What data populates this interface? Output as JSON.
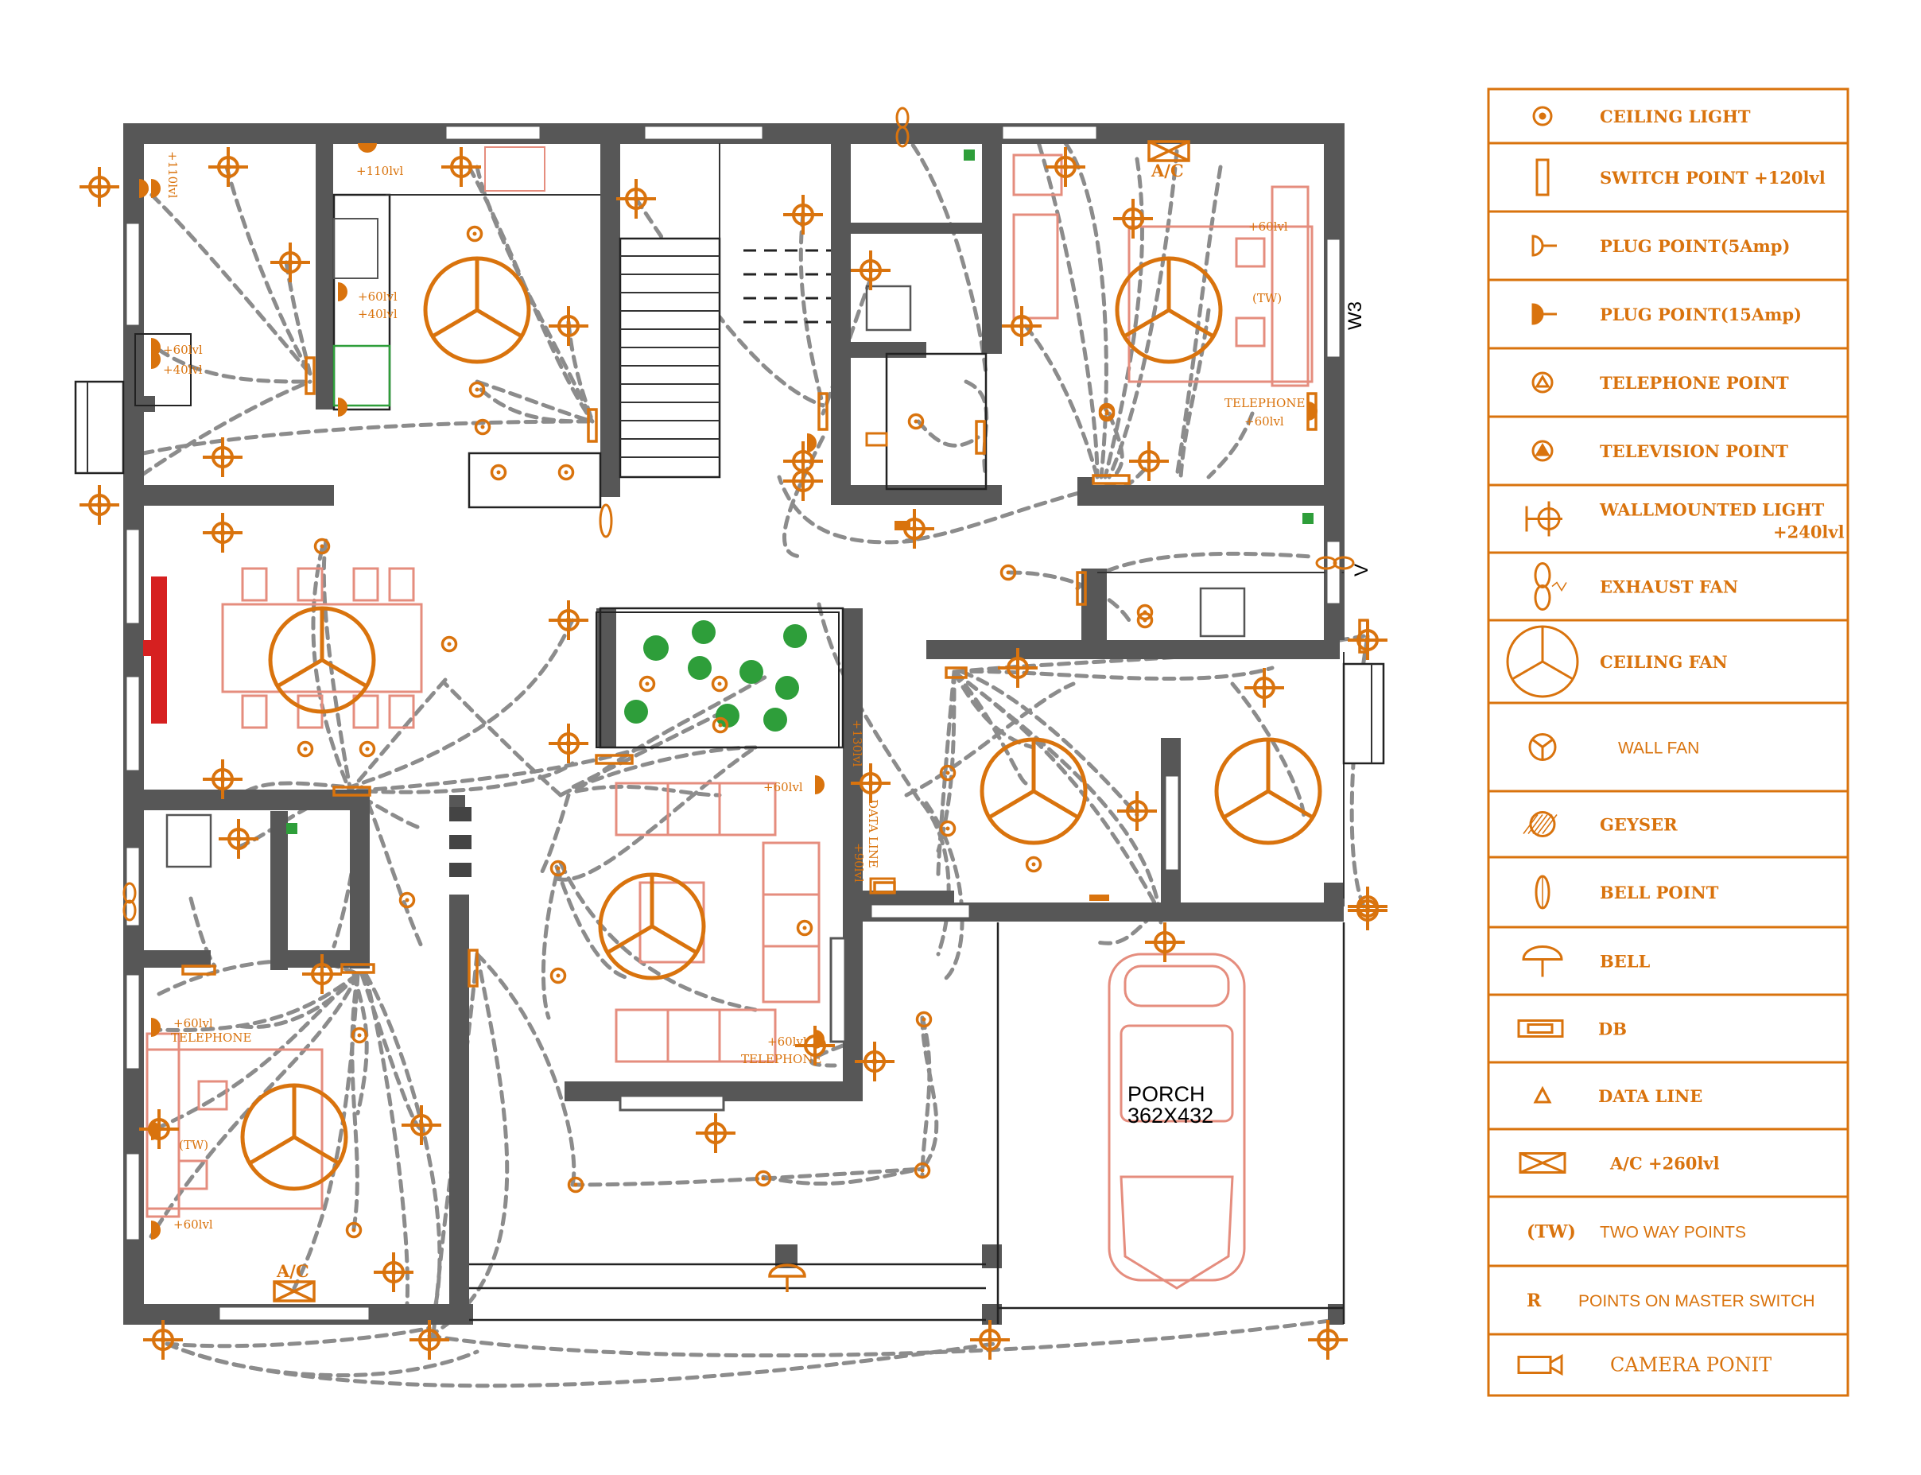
{
  "plan": {
    "porch_label": "PORCH",
    "porch_size": "362X432",
    "w3_label": "W3",
    "v_label": "V",
    "annotations": {
      "lvl_110_kitchen": "+110lvl",
      "lvl_110_vert": "+110lvl",
      "lvl_60_kitchen_a": "+60lvl",
      "lvl_40_kitchen_a": "+40lvl",
      "lvl_60_kitchen_b": "+60lvl",
      "lvl_40_kitchen_b": "+40lvl",
      "lvl_60_bed_ne": "+60lvl",
      "tw_bed_ne": "(TW)",
      "telephone_bed_ne": "TELEPHONE",
      "lvl_60_bed_ne_b": "+60lvl",
      "lvl_60_living": "+60lvl",
      "lvl_60_living_b": "+60lvl",
      "telephone_living": "TELEPHONE",
      "lvl_130": "+130lvl",
      "data_line_vert": "DATA LINE",
      "lvl_90_vert": "+90lvl",
      "lvl_60_bed_sw": "+60lvl",
      "telephone_bed_sw": "TELEPHONE",
      "tw_bed_sw": "(TW)",
      "lvl_60_bed_sw_b": "+60lvl",
      "ac_bed_sw": "A/C",
      "ac_bed_ne": "A/C"
    }
  },
  "legend": {
    "items": [
      {
        "symbol": "ceiling-light",
        "label": "CEILING  LIGHT"
      },
      {
        "symbol": "switch-point",
        "label": "SWITCH  POINT    +120lvl"
      },
      {
        "symbol": "plug-5amp",
        "label": "PLUG  POINT(5Amp)"
      },
      {
        "symbol": "plug-15amp",
        "label": "PLUG  POINT(15Amp)"
      },
      {
        "symbol": "telephone-point",
        "label": "TELEPHONE  POINT"
      },
      {
        "symbol": "television-point",
        "label": "TELEVISION  POINT"
      },
      {
        "symbol": "wallmounted-light",
        "label": "WALLMOUNTED  LIGHT",
        "label2": "+240lvl"
      },
      {
        "symbol": "exhaust-fan",
        "label": "EXHAUST  FAN"
      },
      {
        "symbol": "ceiling-fan",
        "label": "CEILING  FAN"
      },
      {
        "symbol": "wall-fan",
        "label": "WALL FAN"
      },
      {
        "symbol": "geyser",
        "label": "GEYSER"
      },
      {
        "symbol": "bell-point",
        "label": "BELL  POINT"
      },
      {
        "symbol": "bell",
        "label": "BELL"
      },
      {
        "symbol": "db",
        "label": "DB"
      },
      {
        "symbol": "data-line",
        "label": "DATA  LINE"
      },
      {
        "symbol": "ac",
        "label": "A/C  +260lvl"
      },
      {
        "symbol": "two-way",
        "label": "TWO WAY POINTS",
        "code": "(TW)"
      },
      {
        "symbol": "master-switch",
        "label": "POINTS ON MASTER SWITCH",
        "code": "R"
      },
      {
        "symbol": "camera",
        "label": "CAMERA PONIT"
      }
    ]
  },
  "colors": {
    "symbol": "#d9730d",
    "wall": "#575757",
    "wire": "#8c8c8c",
    "furniture": "#e58d7e"
  }
}
